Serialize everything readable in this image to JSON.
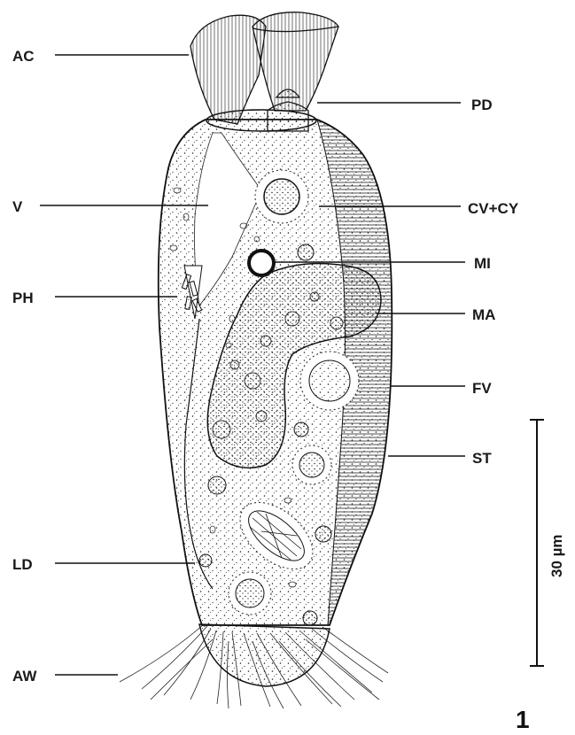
{
  "labels": {
    "ac": "AC",
    "pd": "PD",
    "v": "V",
    "cvcy": "CV+CY",
    "mi": "MI",
    "ph": "PH",
    "ma": "MA",
    "fv": "FV",
    "st": "ST",
    "ld": "LD",
    "aw": "AW"
  },
  "scale_bar": {
    "label": "30 µm"
  },
  "figure_number": "1",
  "colors": {
    "ink": "#1a1a1a",
    "paper": "#ffffff"
  }
}
